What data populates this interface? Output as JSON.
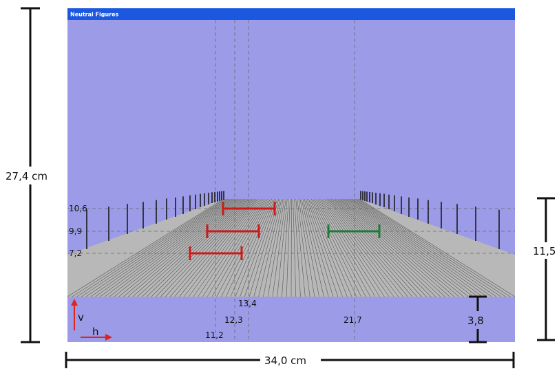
{
  "window": {
    "title": "Neutral Figures",
    "background": "#9b9be8",
    "titlebar_color": "#1c57e0"
  },
  "dimensions": {
    "height_label": "27,4 cm",
    "width_label": "34,0 cm",
    "floor_height_label": "11,5",
    "bottom_band_label": "3,8"
  },
  "left_markers": {
    "y_labels": [
      "10,6",
      "9,9",
      "7,2"
    ]
  },
  "bottom_markers": {
    "x_labels": [
      "13,4",
      "12,3",
      "11,2",
      "21,7"
    ]
  },
  "axes": {
    "vertical_label": "v",
    "horizontal_label": "h",
    "arrow_color": "#e0241c"
  },
  "figures": {
    "red_color": "#cc1a1a",
    "green_color": "#1f7a3a"
  },
  "floor": {
    "color": "#b8b8b8",
    "line_color": "#555555"
  }
}
